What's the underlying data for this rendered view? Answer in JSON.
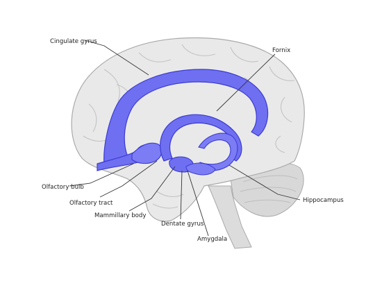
{
  "colors": {
    "background": "#ffffff",
    "brain_fill": "#e9e9e9",
    "brain_outline": "#a9a9a9",
    "cerebellum_fill": "#d8d8d8",
    "limbic_fill": "#6f6ff2",
    "limbic_outline": "#3b3bd0",
    "leader_line": "#333333",
    "label_text": "#222222"
  },
  "labels": {
    "cingulate_gyrus": "Cingulate gyrus",
    "fornix": "Fornix",
    "olfactory_bulb": "Olfactory bulb",
    "olfactory_tract": "Olfactory tract",
    "mammillary_body": "Mammillary body",
    "dentate_gyrus": "Dentate gyrus",
    "amygdala": "Amygdala",
    "hippocampus": "Hippocampus"
  }
}
